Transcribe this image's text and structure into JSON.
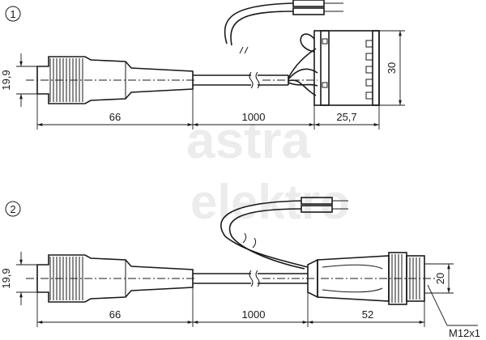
{
  "watermark": {
    "line1": "astra",
    "line2": "elektro"
  },
  "variant1": {
    "label": "1",
    "dims": {
      "diameter": "19,9",
      "connector_length": "66",
      "cable_length": "1000",
      "terminal_width": "25,7",
      "terminal_height": "30"
    }
  },
  "variant2": {
    "label": "2",
    "dims": {
      "diameter": "19,9",
      "connector_length": "66",
      "cable_length": "1000",
      "socket_length": "52",
      "socket_diameter": "20",
      "thread": "M12x1"
    }
  }
}
